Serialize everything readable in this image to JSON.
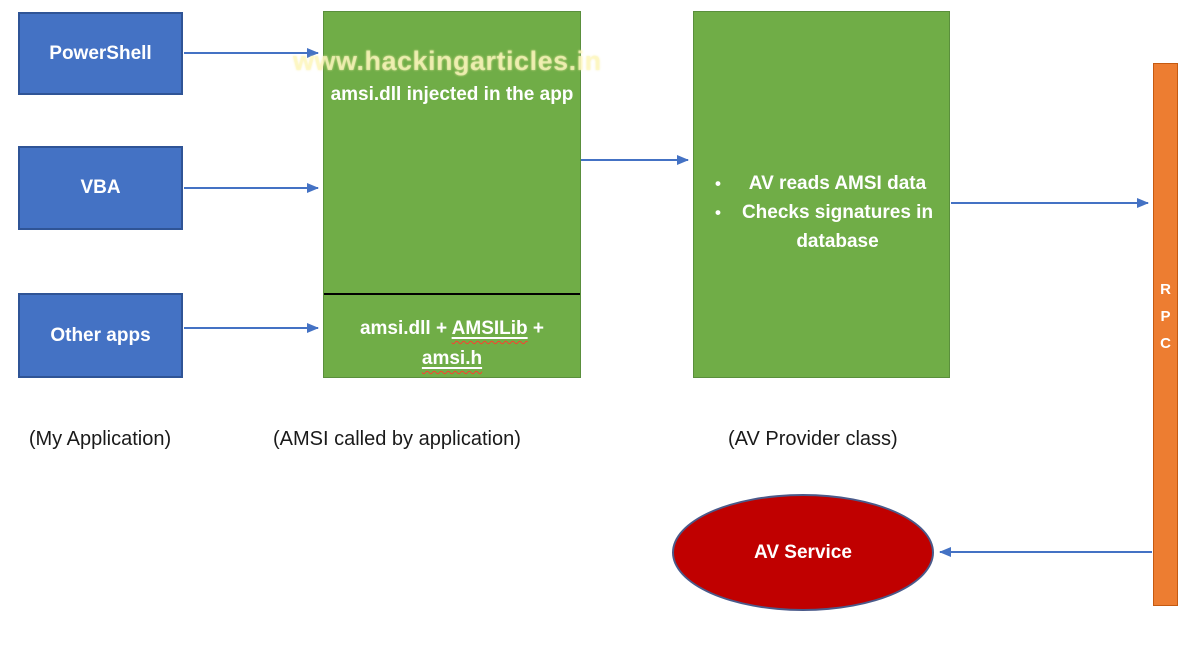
{
  "watermark": "www.hackingarticles.in",
  "colors": {
    "source_box_fill": "#4472C4",
    "source_box_border": "#2F5496",
    "process_box_fill": "#70AD47",
    "rpc_bar_fill": "#ED7D31",
    "av_service_fill": "#C00000",
    "arrow": "#4472C4",
    "spellcheck_underline": "#ff3d2e"
  },
  "source_boxes": [
    {
      "label": "PowerShell"
    },
    {
      "label": "VBA"
    },
    {
      "label": "Other apps"
    }
  ],
  "amsi_box": {
    "top_text": "amsi.dll injected in the app",
    "bottom": {
      "part1": "amsi.dll + ",
      "part2": "AMSILib",
      "part3": " +",
      "part4": "amsi.h"
    }
  },
  "av_provider_box": {
    "bullet_glyph": "•",
    "bullets": [
      "AV reads AMSI data",
      "Checks signatures in database"
    ]
  },
  "rpc_bar": {
    "letters": [
      "R",
      "P",
      "C"
    ]
  },
  "captions": [
    {
      "text": "(My Application)"
    },
    {
      "text": "(AMSI called by application)"
    },
    {
      "text": "(AV Provider class)"
    }
  ],
  "av_service": {
    "label": "AV Service"
  },
  "connections": [
    {
      "from": "PowerShell",
      "to": "amsi.dll injected in the app"
    },
    {
      "from": "VBA",
      "to": "amsi.dll injected in the app"
    },
    {
      "from": "Other apps",
      "to": "amsi.dll + AMSILib + amsi.h"
    },
    {
      "from": "amsi.dll injected in the app",
      "to": "AV Provider class"
    },
    {
      "from": "AV Provider class",
      "to": "RPC"
    },
    {
      "from": "RPC",
      "to": "AV Service"
    }
  ]
}
